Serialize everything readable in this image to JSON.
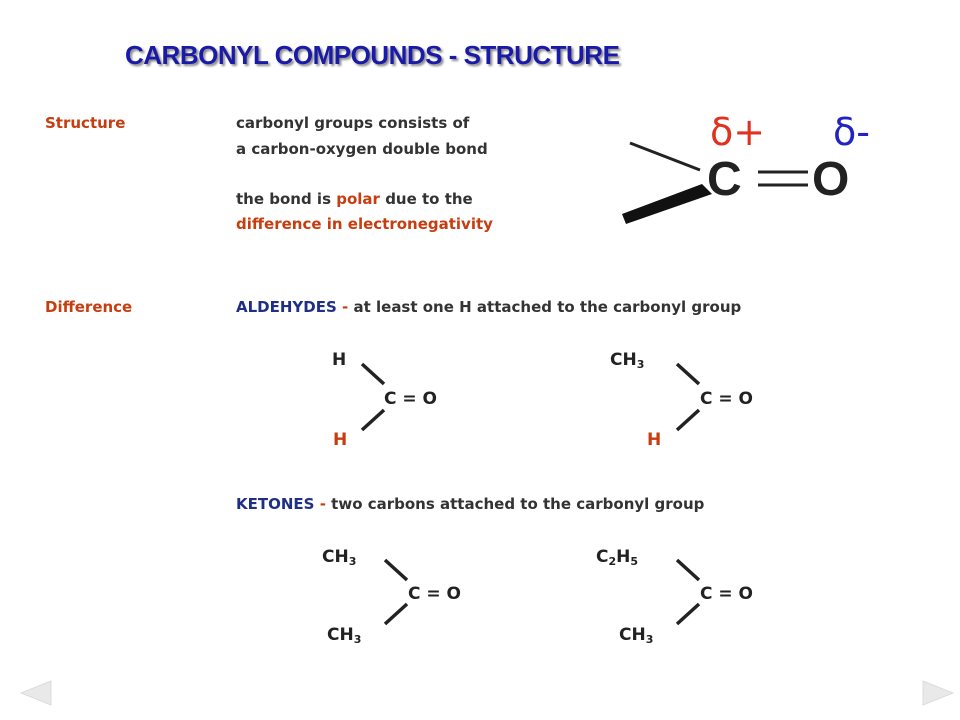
{
  "title": "CARBONYL COMPOUNDS - STRUCTURE",
  "structure": {
    "label": "Structure",
    "line1": "carbonyl groups consists of",
    "line2": "a carbon-oxygen double bond",
    "line3_pre": "the bond is",
    "line3_polar": "polar",
    "line3_post": "due to the",
    "line4": "difference in electronegativity"
  },
  "carbonyl_diagram": {
    "delta_plus": "δ+",
    "delta_minus": "δ-",
    "carbon": "C",
    "oxygen": "O"
  },
  "difference": {
    "label": "Difference",
    "aldehydes_name": "ALDEHYDES",
    "aldehydes_sep": "-",
    "aldehydes_desc": "at least one H attached to the carbonyl group",
    "ketones_name": "KETONES",
    "ketones_sep": "-",
    "ketones_desc": "two carbons attached to the carbonyl group"
  },
  "molecules": {
    "aldehyde1": {
      "top": "H",
      "center": "C = O",
      "bottom": "H"
    },
    "aldehyde2": {
      "top_main": "CH",
      "top_sub": "3",
      "center": "C = O",
      "bottom": "H"
    },
    "ketone1": {
      "top_main": "CH",
      "top_sub": "3",
      "center": "C = O",
      "bottom_main": "CH",
      "bottom_sub": "3"
    },
    "ketone2": {
      "top_c": "C",
      "top_sub1": "2",
      "top_h": "H",
      "top_sub2": "5",
      "center": "C = O",
      "bottom_main": "CH",
      "bottom_sub": "3"
    }
  },
  "colors": {
    "title": "#1a1aa8",
    "label": "#c63d0f",
    "keyword": "#1f2f86",
    "text": "#333333",
    "nav": "#e9e9ea"
  }
}
